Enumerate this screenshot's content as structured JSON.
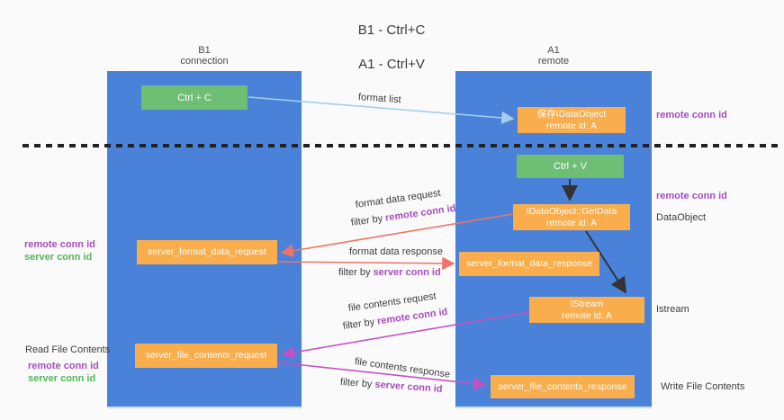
{
  "title": {
    "line1": "B1 - Ctrl+C",
    "line2": "A1 - Ctrl+V"
  },
  "lanes": {
    "left": {
      "title": "B1",
      "subtitle": "connection"
    },
    "right": {
      "title": "A1",
      "subtitle": "remote"
    }
  },
  "boxes": {
    "ctrl_c": {
      "label": "Ctrl + C"
    },
    "saved_dataobject": {
      "line1": "保存IDataObject",
      "line2": "remote id: A"
    },
    "ctrl_v": {
      "label": "Ctrl + V"
    },
    "getdata": {
      "line1": "IDataObject::GetData",
      "line2": "remote id: A"
    },
    "format_request": {
      "label": "server_format_data_request"
    },
    "format_response": {
      "label": "server_format_data_response"
    },
    "istream": {
      "line1": "IStream",
      "line2": "remote id: A"
    },
    "file_request": {
      "label": "server_file_contents_request"
    },
    "file_response": {
      "label": "server_file_contents_response"
    }
  },
  "annotations": {
    "remote_conn_id_top": "remote conn id",
    "remote_conn_id_mid": "remote conn id",
    "dataobject": "DataObject",
    "istream": "Istream",
    "write_file_contents": "Write File Contents",
    "read_file_contents": "Read File Contents",
    "left_pair_1": {
      "remote": "remote conn id",
      "server": "server conn id"
    },
    "left_pair_2": {
      "remote": "remote conn id",
      "server": "server conn id"
    }
  },
  "arrows": {
    "format_list": {
      "label": "format list"
    },
    "format_data_request": {
      "label": "format data request",
      "filter_prefix": "filter by ",
      "filter_id": "remote conn id"
    },
    "format_data_response": {
      "label": "format data response",
      "filter_prefix": "filter by ",
      "filter_id": "server conn id"
    },
    "file_contents_request": {
      "label": "file contents request",
      "filter_prefix": "filter by ",
      "filter_id": "remote conn id"
    },
    "file_contents_response": {
      "label": "file contents response",
      "filter_prefix": "filter by ",
      "filter_id": "server conn id"
    }
  },
  "colors": {
    "lane_blue": "#4a82d9",
    "box_orange": "#f9ad4c",
    "box_green": "#6ebe74",
    "arrow_lightblue": "#a5cdec",
    "arrow_salmon": "#ed7468",
    "arrow_magenta": "#c551c5",
    "arrow_black": "#333333",
    "dashed_line": "#222222",
    "text_purple": "#a64dc1",
    "text_green": "#53b559"
  }
}
